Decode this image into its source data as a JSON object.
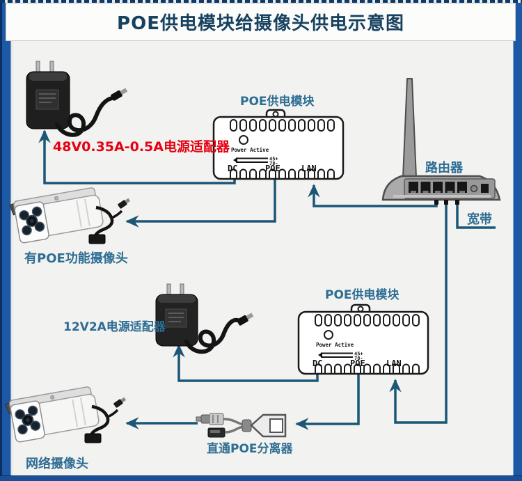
{
  "title": "POE供电模块给摄像头供电示意图",
  "labels": {
    "adapter48": "48V0.35A-0.5A电源适配器",
    "adapter12": "12V2A电源适配器",
    "poe_module": "POE供电模块",
    "router": "路由器",
    "broadband": "宽带",
    "camera_poe": "有POE功能摄像头",
    "camera_network": "网络摄像头",
    "splitter": "直通POE分离器"
  },
  "poe_module": {
    "led_text": "Power Active",
    "pin_top": "45+",
    "pin_bottom": "78-",
    "ports": {
      "dc": "DC",
      "poe": "POE",
      "lan": "LAN"
    }
  },
  "colors": {
    "frame_blue": "#1d58a4",
    "line_teal": "#1b5676",
    "label_blue": "#2e6d94",
    "title_navy": "#16415f",
    "warning_red": "#e60012"
  }
}
